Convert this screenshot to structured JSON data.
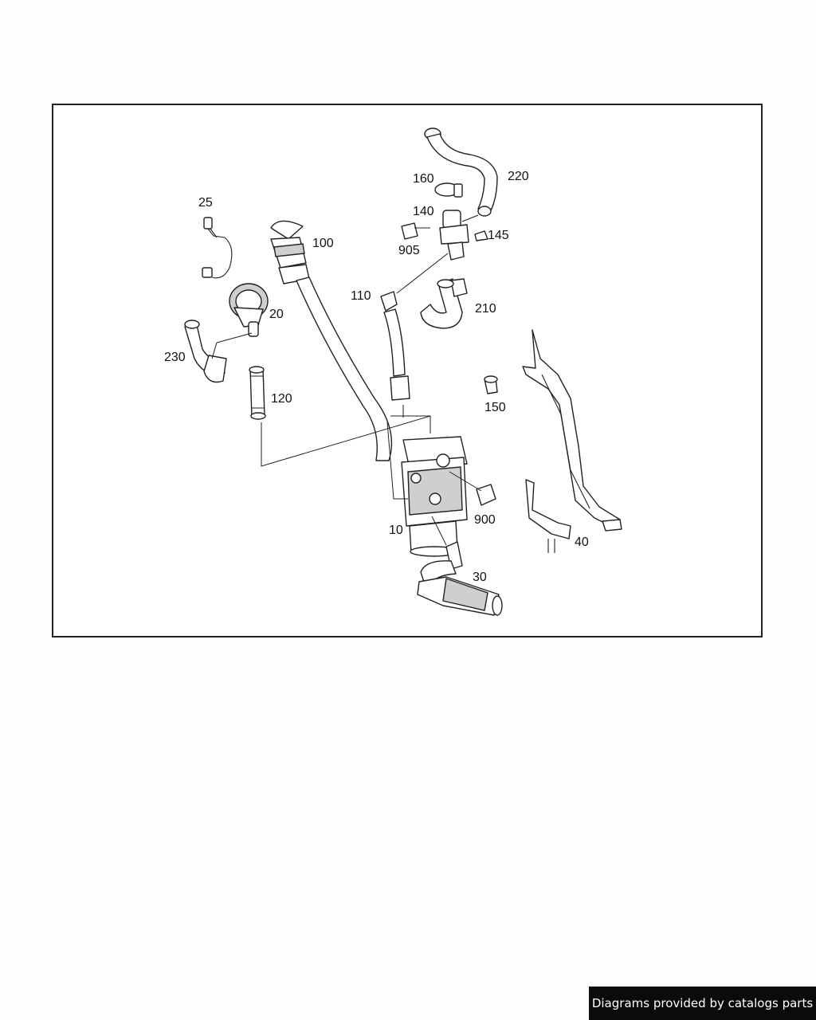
{
  "diagram": {
    "callouts": [
      {
        "id": "c25",
        "text": "25"
      },
      {
        "id": "c20",
        "text": "20"
      },
      {
        "id": "c230",
        "text": "230"
      },
      {
        "id": "c120",
        "text": "120"
      },
      {
        "id": "c100",
        "text": "100"
      },
      {
        "id": "c110",
        "text": "110"
      },
      {
        "id": "c160",
        "text": "160"
      },
      {
        "id": "c140",
        "text": "140"
      },
      {
        "id": "c220",
        "text": "220"
      },
      {
        "id": "c145",
        "text": "145"
      },
      {
        "id": "c905",
        "text": "905"
      },
      {
        "id": "c210",
        "text": "210"
      },
      {
        "id": "c150",
        "text": "150"
      },
      {
        "id": "c900",
        "text": "900"
      },
      {
        "id": "c10",
        "text": "10"
      },
      {
        "id": "c40",
        "text": "40"
      },
      {
        "id": "c30",
        "text": "30"
      }
    ]
  },
  "footer": {
    "watermark": "Diagrams provided by catalogs parts"
  }
}
